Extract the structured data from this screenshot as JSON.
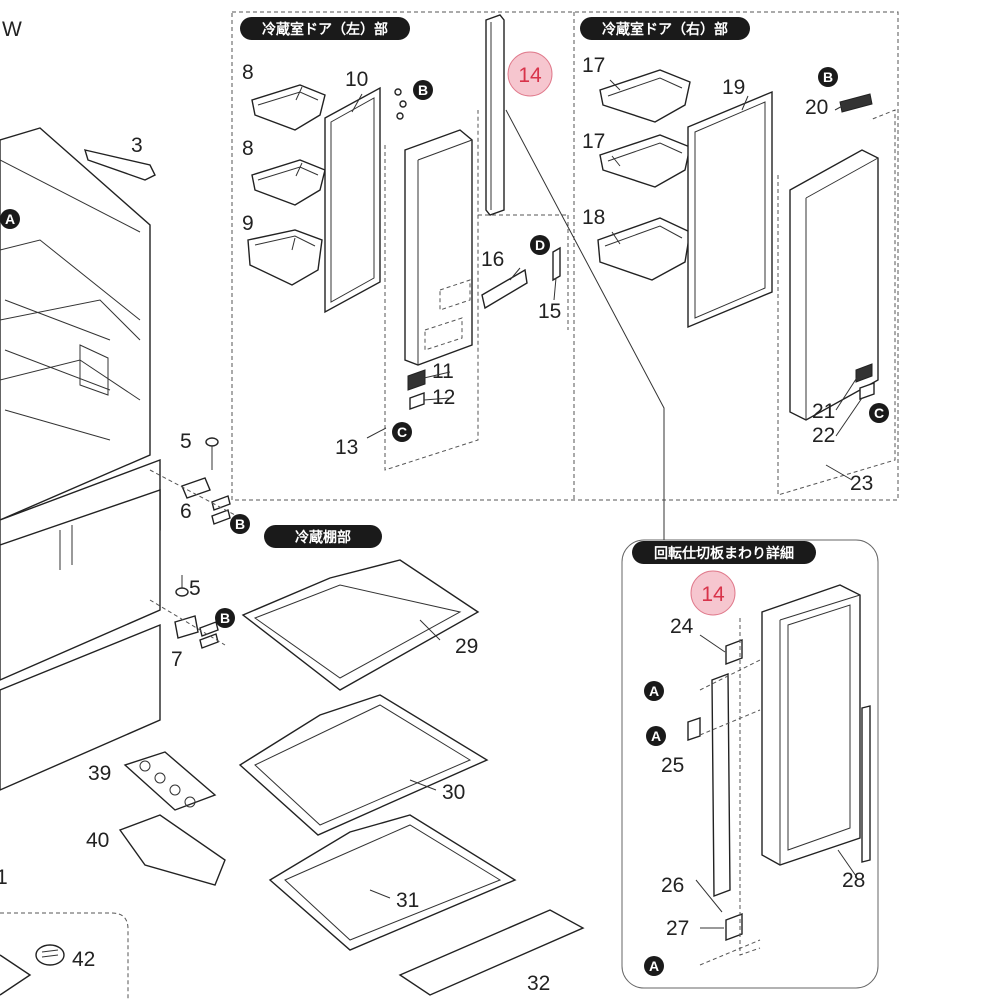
{
  "corner_text": "W",
  "sections": {
    "left_door": "冷蔵室ドア（左）部",
    "right_door": "冷蔵室ドア（右）部",
    "shelves": "冷蔵棚部",
    "detail": "回転仕切板まわり詳細"
  },
  "markers": {
    "A": "A",
    "B": "B",
    "C": "C",
    "D": "D"
  },
  "highlight_part": "14",
  "part_numbers": [
    "3",
    "5",
    "6",
    "7",
    "8",
    "9",
    "10",
    "11",
    "12",
    "13",
    "15",
    "16",
    "17",
    "18",
    "19",
    "20",
    "21",
    "22",
    "23",
    "24",
    "25",
    "26",
    "27",
    "28",
    "29",
    "30",
    "31",
    "32",
    "39",
    "40",
    "42",
    "1"
  ],
  "colors": {
    "highlight_fill": "#f6c6cf",
    "highlight_stroke": "#e07a8c",
    "highlight_text": "#d8334a",
    "pill": "#1a1a1a"
  }
}
